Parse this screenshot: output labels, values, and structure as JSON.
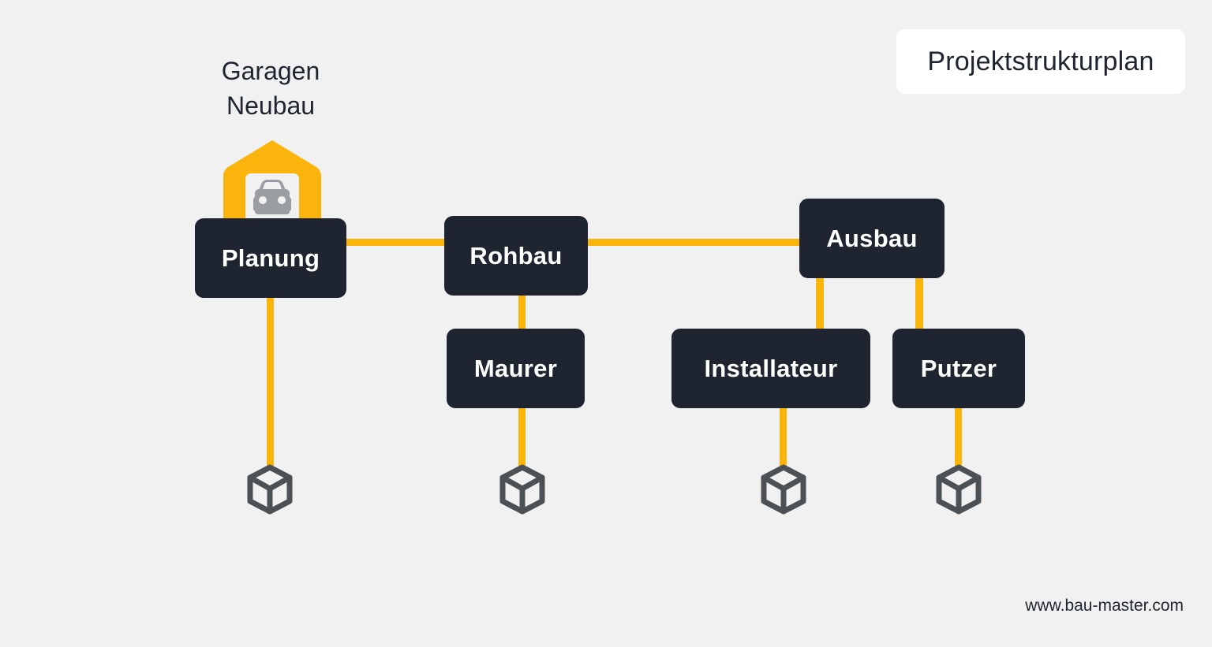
{
  "page": {
    "background_color": "#f1f1f1",
    "accent_color": "#f9b50a",
    "node_color": "#1e2530",
    "icon_gray": "#4c5156"
  },
  "title_badge": {
    "text": "Projektstrukturplan",
    "background_color": "#ffffff"
  },
  "root": {
    "label_line1": "Garagen",
    "label_line2": "Neubau",
    "icon": "garage-car-icon"
  },
  "nodes": [
    {
      "id": "planung",
      "label": "Planung"
    },
    {
      "id": "rohbau",
      "label": "Rohbau"
    },
    {
      "id": "ausbau",
      "label": "Ausbau"
    },
    {
      "id": "maurer",
      "label": "Maurer"
    },
    {
      "id": "installateur",
      "label": "Installateur"
    },
    {
      "id": "putzer",
      "label": "Putzer"
    }
  ],
  "leaf_icons": [
    {
      "id": "cube-planung",
      "icon": "cube-icon"
    },
    {
      "id": "cube-maurer",
      "icon": "cube-icon"
    },
    {
      "id": "cube-installateur",
      "icon": "cube-icon"
    },
    {
      "id": "cube-putzer",
      "icon": "cube-icon"
    }
  ],
  "footer": {
    "url": "www.bau-master.com"
  }
}
